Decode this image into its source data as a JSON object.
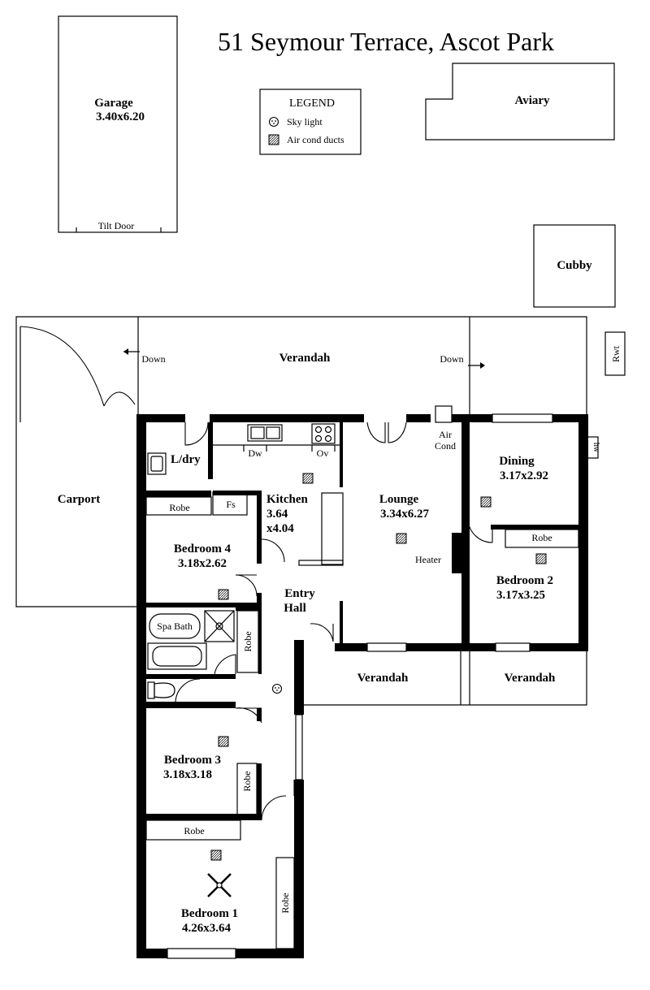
{
  "title": "51 Seymour Terrace, Ascot Park",
  "legend": {
    "heading": "LEGEND",
    "items": [
      {
        "label": "Sky light",
        "icon": "skylight-icon"
      },
      {
        "label": "Air cond ducts",
        "icon": "air-duct-icon"
      }
    ]
  },
  "outbuildings": {
    "garage": {
      "name": "Garage",
      "size": "3.40x6.20",
      "door": "Tilt Door"
    },
    "aviary": {
      "name": "Aviary"
    },
    "cubby": {
      "name": "Cubby"
    },
    "rwt": {
      "name": "Rwt"
    }
  },
  "outdoor": {
    "verandah_rear": "Verandah",
    "down_left": "Down",
    "down_right": "Down",
    "carport": "Carport",
    "verandah_front_left": "Verandah",
    "verandah_front_right": "Verandah",
    "hw": "hw"
  },
  "rooms": {
    "laundry": {
      "name": "L/dry"
    },
    "kitchen": {
      "name": "Kitchen",
      "size_line1": "3.64",
      "size_line2": "x4.04"
    },
    "lounge": {
      "name": "Lounge",
      "size": "3.34x6.27"
    },
    "dining": {
      "name": "Dining",
      "size": "3.17x2.92"
    },
    "bedroom4": {
      "name": "Bedroom 4",
      "size": "3.18x2.62"
    },
    "bedroom2": {
      "name": "Bedroom 2",
      "size": "3.17x3.25"
    },
    "bedroom3": {
      "name": "Bedroom 3",
      "size": "3.18x3.18"
    },
    "bedroom1": {
      "name": "Bedroom 1",
      "size": "4.26x3.64"
    },
    "entry_hall": {
      "name_line1": "Entry",
      "name_line2": "Hall"
    }
  },
  "fixtures": {
    "dw": "Dw",
    "ov": "Ov",
    "fs": "Fs",
    "air_cond_line1": "Air",
    "air_cond_line2": "Cond",
    "heater": "Heater",
    "spa_bath": "Spa Bath",
    "robe_bed4": "Robe",
    "robe_bed2": "Robe",
    "robe_bath": "Robe",
    "robe_bed3": "Robe",
    "robe_bed1_top": "Robe",
    "robe_bed1_side": "Robe"
  }
}
